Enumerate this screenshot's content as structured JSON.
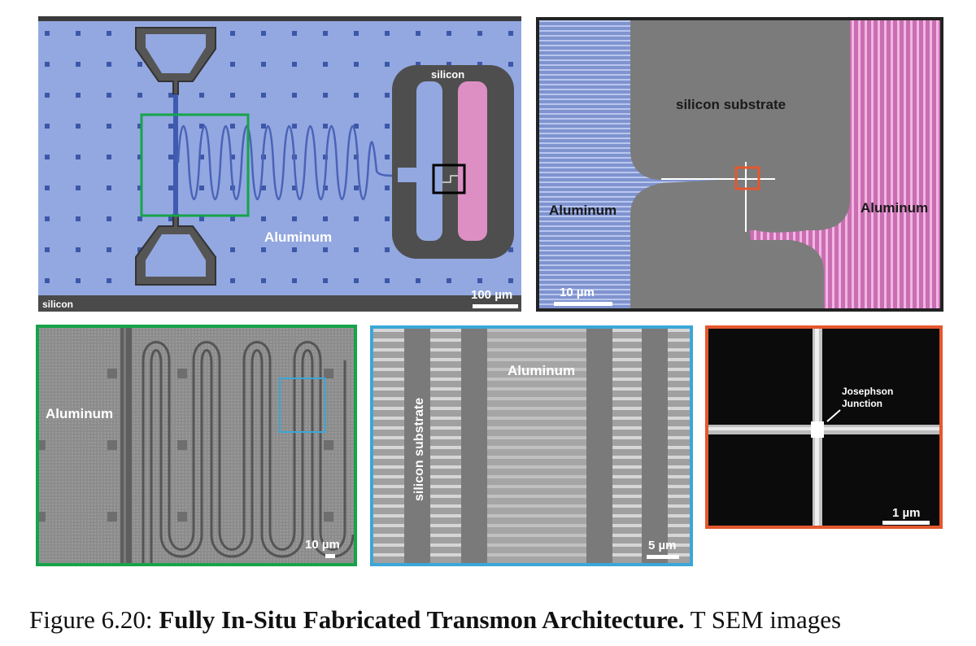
{
  "panels": {
    "a": {
      "label_aluminum": "Aluminum",
      "label_silicon_top": "silicon",
      "label_silicon_corner": "silicon",
      "scale": "100 µm"
    },
    "b": {
      "label_substrate": "silicon substrate",
      "label_al_left": "Aluminum",
      "label_al_right": "Aluminum",
      "scale": "10 µm"
    },
    "c": {
      "label_aluminum": "Aluminum",
      "scale": "10 µm"
    },
    "d": {
      "label_aluminum": "Aluminum",
      "label_substrate": "silicon substrate",
      "scale": "5 µm"
    },
    "e": {
      "label_junction_1": "Josephson",
      "label_junction_2": "Junction",
      "scale": "1 µm"
    }
  },
  "colors": {
    "green_frame": "#16a34a",
    "blue_frame": "#3ba7d8",
    "orange_frame": "#e4572e",
    "dark_frame": "#222222",
    "aluminum_blue": "#8ea3db",
    "pad_pink": "#dd8fc4",
    "sem_gray": "#8a8a8a"
  },
  "caption": {
    "prefix": "Figure 6.20: ",
    "title": "Fully In-Situ Fabricated Transmon Architecture.",
    "suffix": " T SEM images"
  }
}
